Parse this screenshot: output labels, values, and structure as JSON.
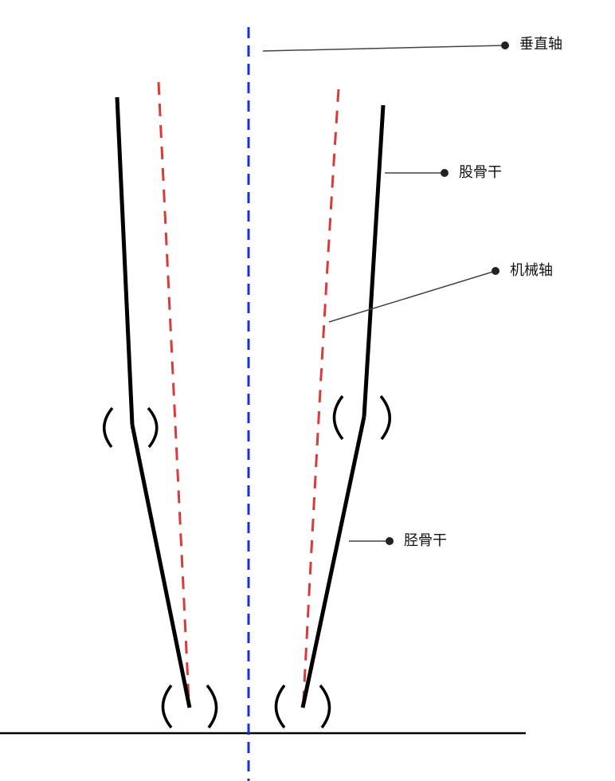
{
  "labels": {
    "vertical_axis": "垂直轴",
    "femur_shaft": "股骨干",
    "mechanical_axis": "机械轴",
    "tibia_shaft": "胫骨干"
  },
  "colors": {
    "bone_line": "#000000",
    "vertical_axis": "#1a2fd6",
    "mechanical_axis": "#d93a3a",
    "leader_line": "#444444",
    "ground": "#000000"
  }
}
